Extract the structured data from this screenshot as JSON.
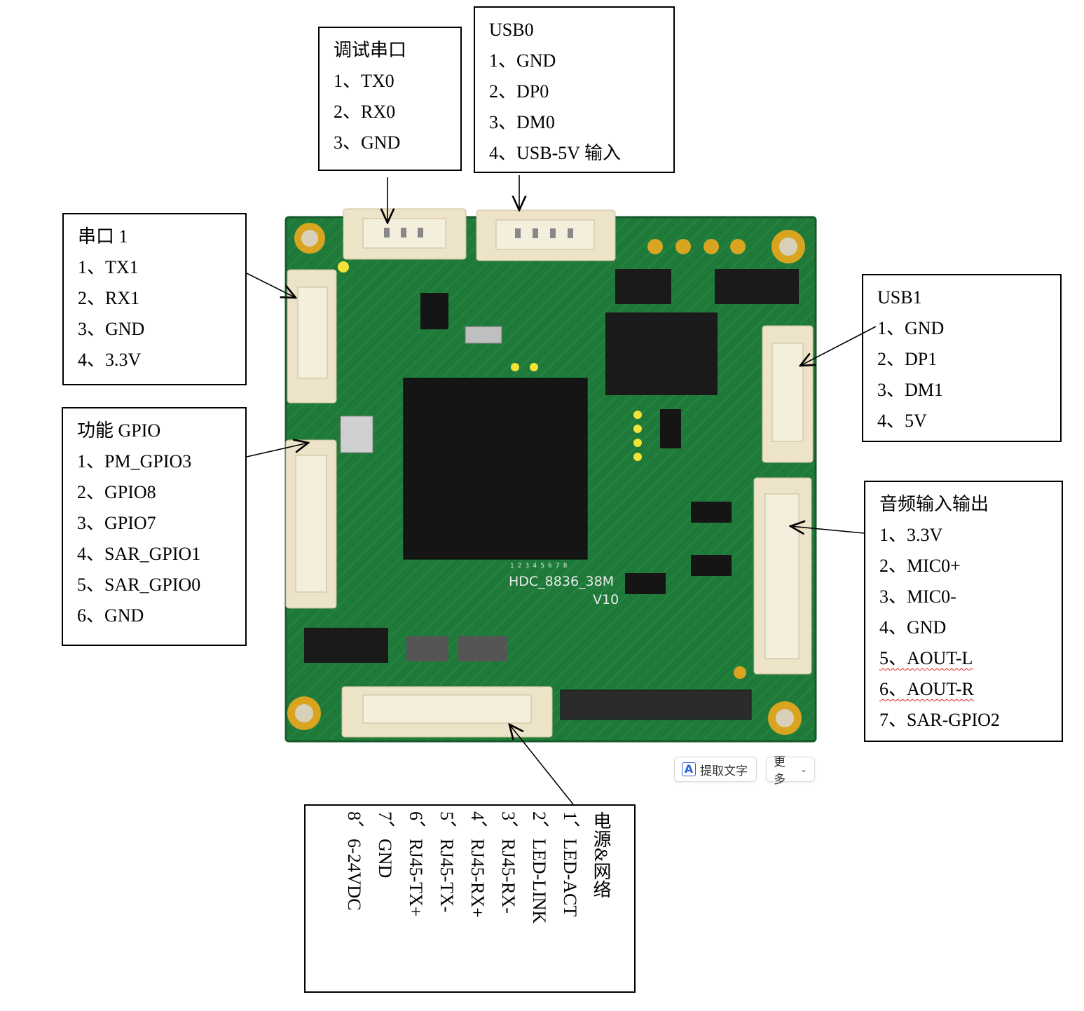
{
  "debug_uart": {
    "title": "调试串口",
    "pins": [
      "1、TX0",
      "2、RX0",
      "3、GND"
    ]
  },
  "usb0": {
    "title": "USB0",
    "pins": [
      "1、GND",
      "2、DP0",
      "3、DM0",
      "4、USB-5V 输入"
    ]
  },
  "uart1": {
    "title": "串口 1",
    "pins": [
      "1、TX1",
      "2、RX1",
      "3、GND",
      "4、3.3V"
    ]
  },
  "gpio": {
    "title": "功能 GPIO",
    "pins": [
      "1、PM_GPIO3",
      "2、GPIO8",
      "3、GPIO7",
      "4、SAR_GPIO1",
      "5、SAR_GPIO0",
      "6、GND"
    ]
  },
  "usb1": {
    "title": "USB1",
    "pins": [
      "1、GND",
      "2、DP1",
      "3、DM1",
      "4、5V"
    ]
  },
  "audio": {
    "title": "音频输入输出",
    "pins": [
      "1、3.3V",
      "2、MIC0+",
      "3、MIC0-",
      "4、GND",
      "5、AOUT-L",
      "6、AOUT-R",
      "7、SAR-GPIO2"
    ]
  },
  "power_network": {
    "title": "电源&网络",
    "pins": [
      "1、LED-ACT",
      "2、LED-LINK",
      "3、RJ45-RX-",
      "4、RJ45-RX+",
      "5、RJ45-TX-",
      "6、RJ45-TX+",
      "7、GND",
      "8、6-24VDC"
    ]
  },
  "pcb": {
    "silk_model": "HDC_8836_38M",
    "silk_version": "V10",
    "silk_numbers": "1 2 3 4 5 6 7 8"
  },
  "toolbar": {
    "extract_text": "提取文字",
    "extract_icon": "A",
    "more": "更多"
  },
  "colors": {
    "pcb": "#1f7a3a",
    "pcb_dark": "#145a2a",
    "connector": "#ece3c8",
    "gold": "#d9a520",
    "chip": "#151515"
  }
}
